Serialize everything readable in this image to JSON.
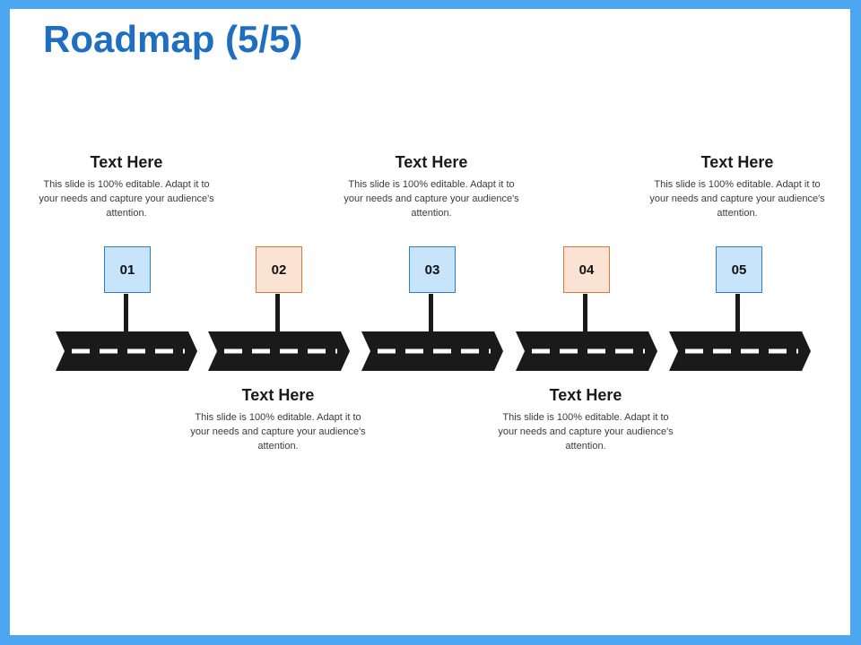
{
  "title": "Roadmap (5/5)",
  "colors": {
    "frame": "#4da6f0",
    "title": "#1e6fbf",
    "road": "#1a1a1a",
    "marker_blue_fill": "#c8e4fb",
    "marker_blue_border": "#2f7fc8",
    "marker_orange_fill": "#fbe3d3",
    "marker_orange_border": "#d9773a"
  },
  "steps": [
    {
      "number": "01",
      "heading": "Text Here",
      "body": "This slide is 100% editable. Adapt it to your needs and capture your audience's attention.",
      "text_position": "top",
      "marker_color": "blue"
    },
    {
      "number": "02",
      "heading": "Text Here",
      "body": "This slide is 100% editable. Adapt it to your needs and capture your audience's attention.",
      "text_position": "bottom",
      "marker_color": "orange"
    },
    {
      "number": "03",
      "heading": "Text Here",
      "body": "This slide is 100% editable. Adapt it to your needs and capture your audience's attention.",
      "text_position": "top",
      "marker_color": "blue"
    },
    {
      "number": "04",
      "heading": "Text Here",
      "body": "This slide is 100% editable. Adapt it to your needs and capture your audience's attention.",
      "text_position": "bottom",
      "marker_color": "orange"
    },
    {
      "number": "05",
      "heading": "Text Here",
      "body": "This slide is 100% editable. Adapt it to your needs and capture your audience's attention.",
      "text_position": "top",
      "marker_color": "blue"
    }
  ]
}
